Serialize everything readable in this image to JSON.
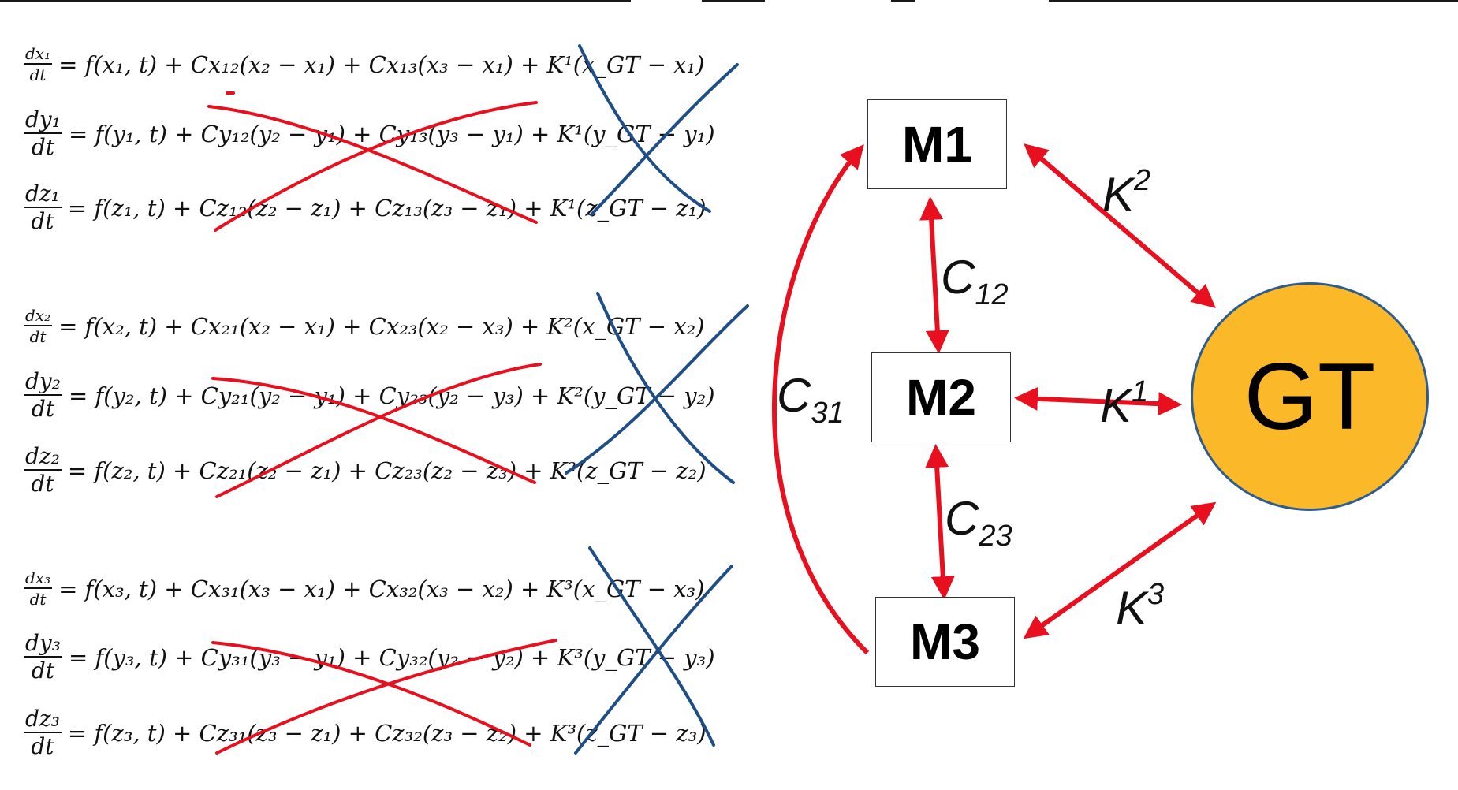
{
  "equation_groups": [
    {
      "name": "group-1",
      "equations": [
        {
          "num": "dx₁",
          "den": "dt",
          "rhs": "= f(x₁, t) + Cx₁₂(x₂ − x₁) + Cx₁₃(x₃ − x₁) + K¹(x_GT − x₁)"
        },
        {
          "num": "dy₁",
          "den": "dt",
          "rhs": "= f(y₁, t) + Cy₁₂(y₂ − y₁) + Cy₁₃(y₃ − y₁) + K¹(y_GT − y₁)"
        },
        {
          "num": "dz₁",
          "den": "dt",
          "rhs": "= f(z₁, t) + Cz₁₂(z₂ − z₁) + Cz₁₃(z₃ − z₁) + K¹(z_GT − z₁)"
        }
      ]
    },
    {
      "name": "group-2",
      "equations": [
        {
          "num": "dx₂",
          "den": "dt",
          "rhs": "= f(x₂, t) + Cx₂₁(x₂ − x₁) + Cx₂₃(x₂ − x₃) + K²(x_GT − x₂)"
        },
        {
          "num": "dy₂",
          "den": "dt",
          "rhs": "= f(y₂, t) + Cy₂₁(y₂ − y₁) + Cy₂₃(y₂ − y₃) + K²(y_GT − y₂)"
        },
        {
          "num": "dz₂",
          "den": "dt",
          "rhs": "= f(z₂, t) + Cz₂₁(z₂ − z₁) + Cz₂₃(z₂ − z₃) + K²(z_GT − z₂)"
        }
      ]
    },
    {
      "name": "group-3",
      "equations": [
        {
          "num": "dx₃",
          "den": "dt",
          "rhs": "= f(x₃, t) + Cx₃₁(x₃ − x₁) + Cx₃₂(x₃ − x₂) + K³(x_GT − x₃)"
        },
        {
          "num": "dy₃",
          "den": "dt",
          "rhs": "= f(y₃, t) + Cy₃₁(y₃ − y₁) + Cy₃₂(y₂ − y₂) + K³(y_GT − y₃)"
        },
        {
          "num": "dz₃",
          "den": "dt",
          "rhs": "= f(z₃, t) + Cz₃₁(z₃ − z₁) + Cz₃₂(z₃ − z₂) + K³(z_GT − z₃)"
        }
      ]
    }
  ],
  "nodes": {
    "m1": "M1",
    "m2": "M2",
    "m3": "M3",
    "gt": "GT"
  },
  "edge_labels": {
    "k2": {
      "base": "K",
      "sup": "2"
    },
    "c12": {
      "base": "C",
      "sub": "12"
    },
    "k1": {
      "base": "K",
      "sup": "1"
    },
    "c31": {
      "base": "C",
      "sub": "31"
    },
    "c23": {
      "base": "C",
      "sub": "23"
    },
    "k3": {
      "base": "K",
      "sup": "3"
    }
  },
  "colors": {
    "arrow": "#e8101e",
    "red_strike": "#e8101e",
    "blue_strike": "#1f4e86",
    "gt_fill": "#fbb829",
    "gt_border": "#2d5d8f"
  }
}
